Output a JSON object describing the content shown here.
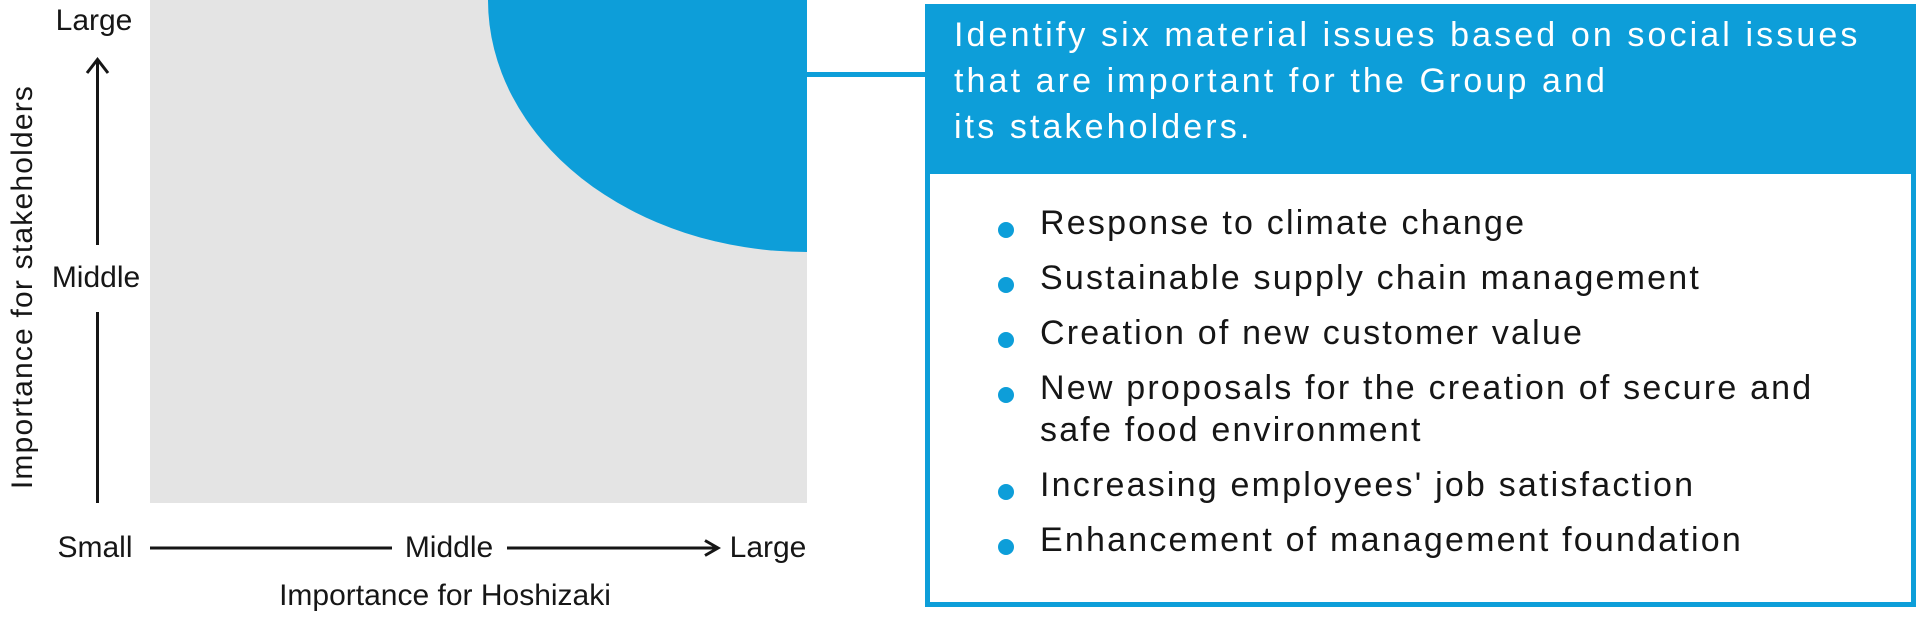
{
  "colors": {
    "accent_blue": "#0d9ed9",
    "chart_gray": "#e4e4e4",
    "text_dark": "#161616"
  },
  "chart": {
    "y_axis": {
      "title": "Importance for stakeholders",
      "top_label": "Large",
      "mid_label": "Middle"
    },
    "x_axis": {
      "title": "Importance for Hoshizaki",
      "labels": [
        "Small",
        "Middle",
        "Large"
      ]
    },
    "highlight_region": "high importance (top-right quadrant)"
  },
  "callout": {
    "title_lines": [
      "Identify six material issues based on social issues",
      "that are important for the Group and",
      "its stakeholders."
    ],
    "items": [
      "Response to climate change",
      "Sustainable supply chain management",
      "Creation of new customer value",
      "New proposals for the creation of secure and safe food environment",
      "Increasing employees' job satisfaction",
      "Enhancement of management foundation"
    ]
  }
}
